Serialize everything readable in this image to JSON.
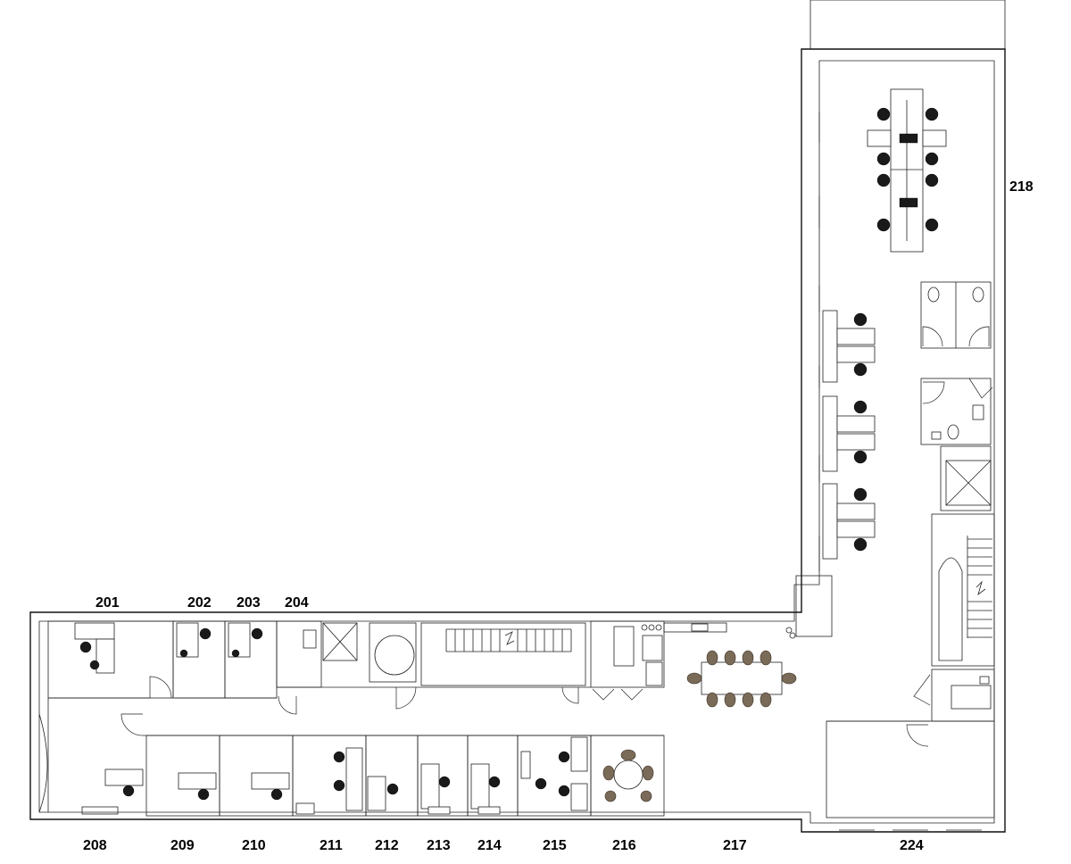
{
  "rooms": {
    "r201": "201",
    "r202": "202",
    "r203": "203",
    "r204": "204",
    "r208": "208",
    "r209": "209",
    "r210": "210",
    "r211": "211",
    "r212": "212",
    "r213": "213",
    "r214": "214",
    "r215": "215",
    "r216": "216",
    "r217": "217",
    "r218": "218",
    "r224": "224"
  }
}
